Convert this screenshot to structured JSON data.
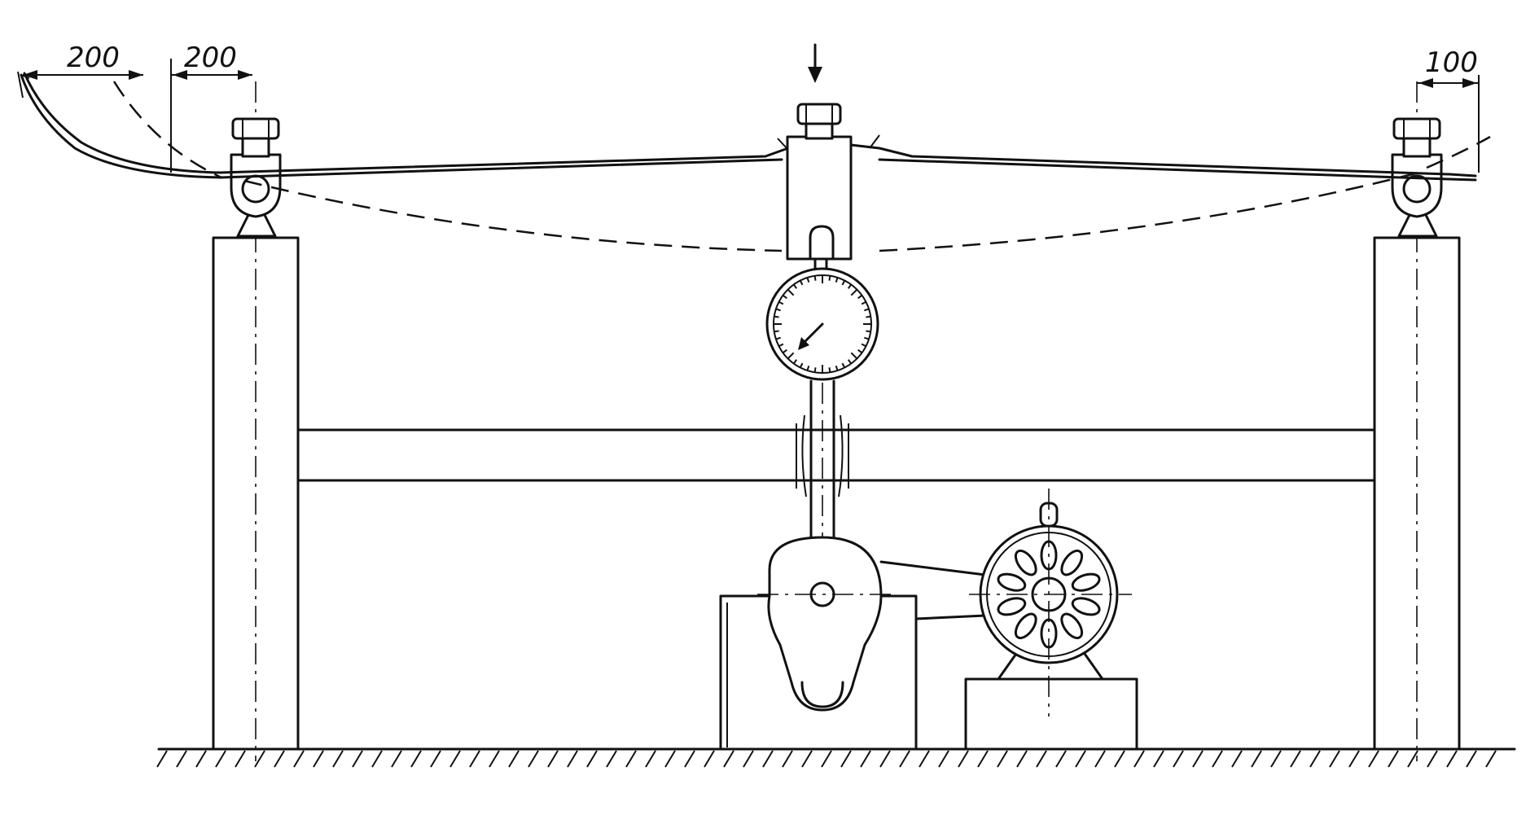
{
  "dimensions": {
    "left_outer": "200",
    "left_inner": "200",
    "right": "100"
  },
  "colors": {
    "line": "#111111",
    "background": "#ffffff"
  }
}
